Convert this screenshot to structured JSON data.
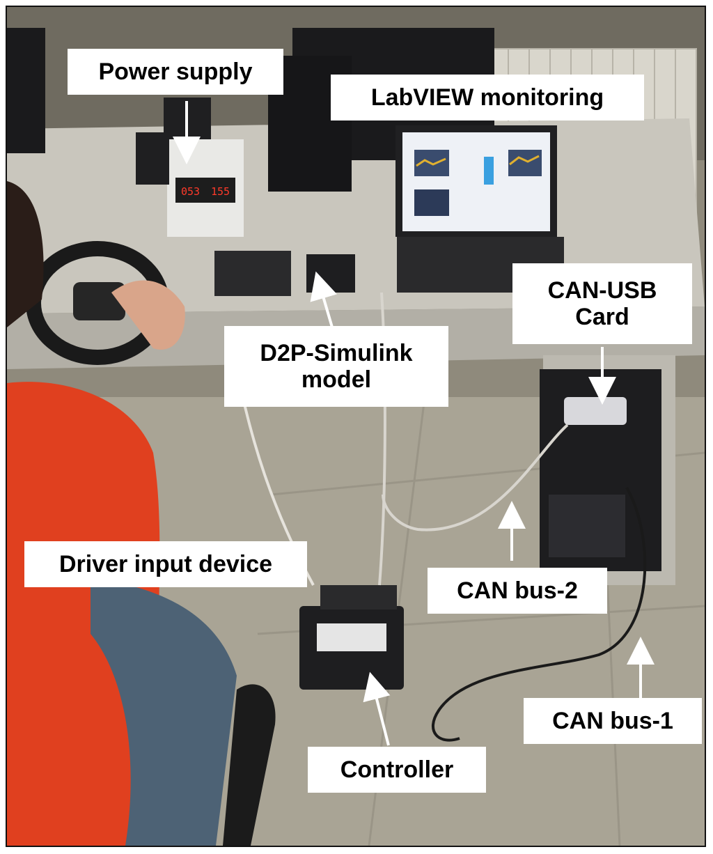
{
  "labels": {
    "power_supply": "Power supply",
    "labview": "LabVIEW monitoring",
    "can_usb": "CAN-USB\nCard",
    "d2p": "D2P-Simulink\nmodel",
    "driver_input": "Driver input device",
    "can_bus_2": "CAN bus-2",
    "can_bus_1": "CAN bus-1",
    "controller": "Controller"
  },
  "display": {
    "left": "053",
    "right": "155"
  },
  "colors": {
    "label_bg": "#ffffff",
    "arrow": "#ffffff",
    "shirt": "#e0401f",
    "floor": "#a9a495"
  }
}
